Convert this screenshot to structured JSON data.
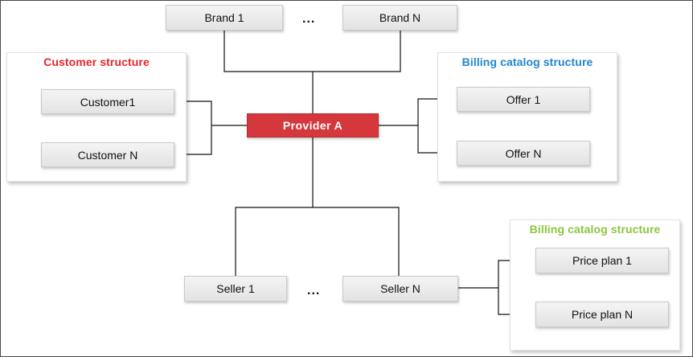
{
  "colors": {
    "provider": "#d4373c",
    "customer_title": "#e8242b",
    "billing_title": "#1f86cf",
    "price_title": "#8cc63e",
    "connector": "#111111"
  },
  "provider": {
    "label": "Provider A"
  },
  "brands": {
    "first": "Brand 1",
    "last": "Brand N",
    "ellipsis": "..."
  },
  "customer_structure": {
    "title": "Customer structure",
    "first": "Customer1",
    "last": "Customer N"
  },
  "billing_catalog_structure": {
    "title": "Billing catalog structure",
    "first": "Offer 1",
    "last": "Offer N"
  },
  "sellers": {
    "first": "Seller 1",
    "last": "Seller N",
    "ellipsis": "..."
  },
  "price_plan_structure": {
    "title": "Billing catalog structure",
    "first": "Price plan 1",
    "last": "Price plan N"
  }
}
